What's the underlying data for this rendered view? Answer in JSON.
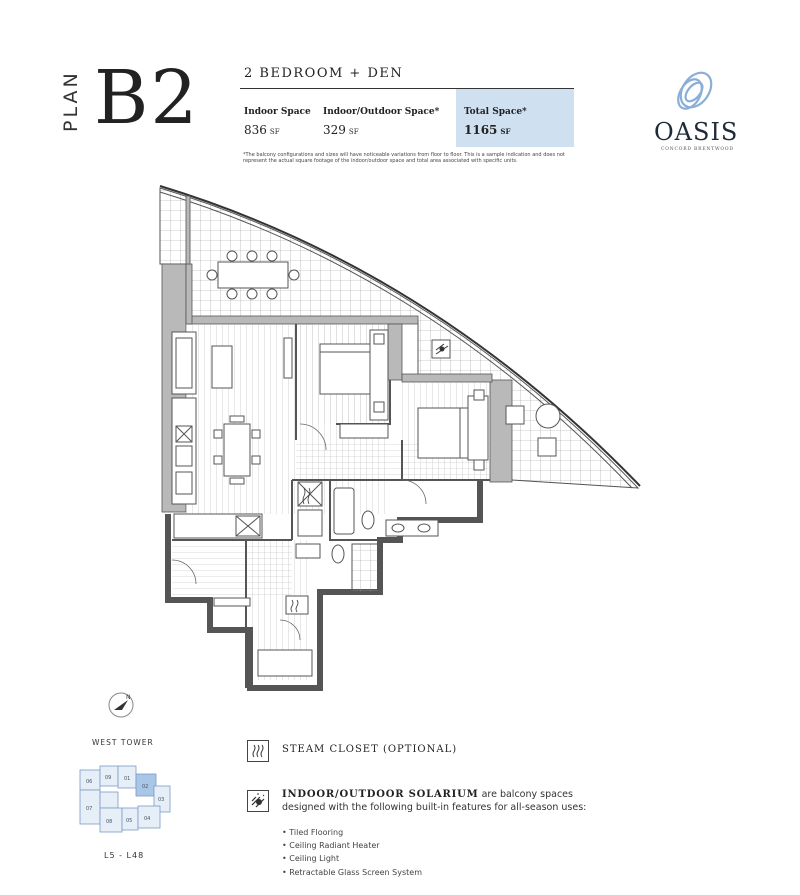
{
  "header": {
    "plan_word": "PLAN",
    "plan_code": "B2",
    "unit_type": "2 BEDROOM + DEN",
    "areas": [
      {
        "label": "Indoor Space",
        "value": "836",
        "unit": "SF"
      },
      {
        "label": "Indoor/Outdoor Space*",
        "value": "329",
        "unit": "SF"
      },
      {
        "label": "Total Space*",
        "value": "1165",
        "unit": "SF"
      }
    ],
    "footnote": "*The balcony configurations and sizes will have noticeable variations from floor to floor. This is a sample indication and does not represent the actual square footage of the indoor/outdoor space and total area associated with specific units."
  },
  "logo": {
    "name": "OASIS",
    "subtitle": "CONCORD BRENTWOOD",
    "accent_color": "#8aaed8"
  },
  "keyplan": {
    "tower": "WEST TOWER",
    "levels": "L5 - L48",
    "units": [
      "06",
      "09",
      "01",
      "02",
      "03",
      "07",
      "08",
      "05",
      "04"
    ],
    "highlight_unit": "02",
    "highlight_color": "#a9c6e6"
  },
  "legend": {
    "steam_closet": "STEAM CLOSET (OPTIONAL)",
    "solarium_title": "INDOOR/OUTDOOR SOLARIUM",
    "solarium_text": " are balcony spaces designed with the following built-in features for all-season uses:",
    "features": [
      "Tiled Flooring",
      "Ceiling Radiant Heater",
      "Ceiling Light",
      "Retractable Glass Screen System"
    ]
  },
  "icons": {
    "north_arrow": "north-arrow-icon",
    "steam": "steam-closet-icon",
    "solarium": "solarium-icon"
  }
}
